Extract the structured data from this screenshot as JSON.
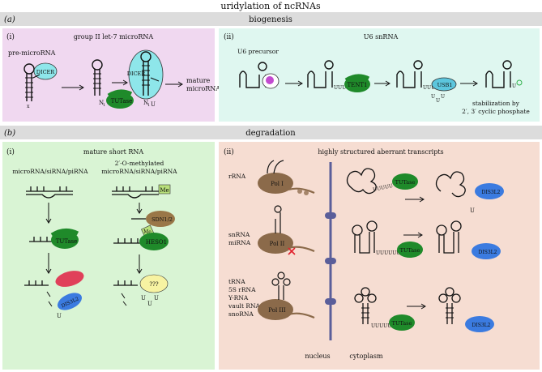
{
  "title": "uridylation of ncRNAs",
  "sections": {
    "biogenesis": {
      "header": "biogenesis",
      "letter": "(a)",
      "panels": {
        "i": {
          "roman": "(i)",
          "title": "group II let-7 microRNA",
          "labels": {
            "pre_microrna": "pre-microRNA",
            "dicer_left": "DICER",
            "dicer_right": "DICER",
            "n1_left": "N",
            "n1_left_sub": "1",
            "n1_right": "N",
            "n1_right_sub": "1",
            "u_added": "U",
            "tutase": "TUTase",
            "x_mark": "x",
            "mature": "mature",
            "microrna": "microRNA"
          }
        },
        "ii": {
          "roman": "(ii)",
          "title": "U6 snRNA",
          "labels": {
            "u6_precursor": "U6 precursor",
            "uuuu_1": "UUUU",
            "uuuu_2": "UUUU",
            "tent1": "TENT1",
            "usb1": "USB1",
            "u_a": "U",
            "u_b": "U",
            "u_c": "U",
            "u_d": "U",
            "stab_line1": "stabilization by",
            "stab_line2": "2′, 3′ cyclic phosphate"
          }
        }
      }
    },
    "degradation": {
      "header": "degradation",
      "letter": "(b)",
      "panels": {
        "i": {
          "roman": "(i)",
          "title": "mature short RNA",
          "labels": {
            "left_title": "microRNA/siRNA/piRNA",
            "right_title_1": "2′-O-methylated",
            "right_title_2": "microRNA/siRNA/piRNA",
            "me": "Me",
            "sdn": "SDN1/2",
            "me2": "Me",
            "heso1": "HESO1",
            "tutase": "TUTase",
            "dis3l2": "DIS3L2",
            "unknown": "???",
            "u1": "U",
            "u2": "U",
            "u3": "U",
            "u4": "U",
            "u5": "U"
          }
        },
        "ii": {
          "roman": "(ii)",
          "title": "highly structured aberrant transcripts",
          "labels": {
            "rrna": "rRNA",
            "pol1": "Pol I",
            "snrna": "snRNA",
            "mirna": "miRNA",
            "pol2": "Pol II",
            "trna_list": [
              "tRNA",
              "5S rRNA",
              "Y-RNA",
              "vault RNA",
              "snoRNA"
            ],
            "pol3": "Pol III",
            "nucleus": "nucleus",
            "cytoplasm": "cytoplasm",
            "tutase_1": "TUTase",
            "tutase_2": "TUTase",
            "tutase_3": "TUTase",
            "dis3l2_1": "DIS3L2",
            "dis3l2_2": "DIS3L2",
            "dis3l2_3": "DIS3L2",
            "uuuuu_1": "UUUUU",
            "uuuuu_2": "UUUUUU",
            "uuuuu_3": "UUUUU",
            "u_small": "U"
          }
        }
      }
    }
  },
  "colors": {
    "header_bg": "#dcdcdc",
    "panel_a_i": "#f0d8f0",
    "panel_a_ii": "#dff7f0",
    "panel_b_i": "#d9f4d4",
    "panel_b_ii": "#f6ddd2",
    "tutase_green": "#1f8a2a",
    "dicer_cyan": "#8ee6ea",
    "usb1_cyan": "#5cc6dd",
    "dis3l2_blue": "#3b7be0",
    "pol_brown": "#8b6a4a",
    "uridine_red": "#d4412b",
    "sdn_brown": "#9a7748",
    "me_yellowgreen": "#b8e07a",
    "unknown_yellow": "#f7f3a2",
    "red_protein": "#e0405a",
    "nucleus_bar": "#5a5e9a"
  }
}
